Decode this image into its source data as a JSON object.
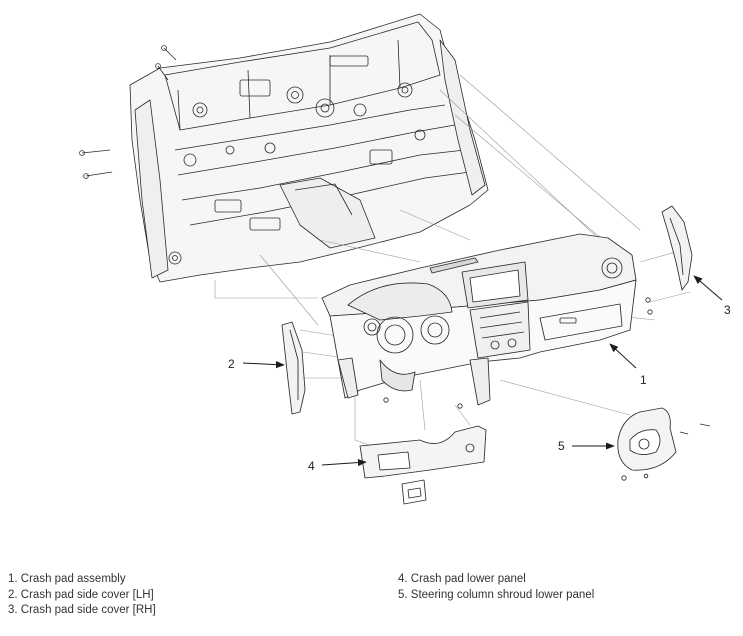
{
  "callouts": {
    "c1": "1",
    "c2": "2",
    "c3": "3",
    "c4": "4",
    "c5": "5"
  },
  "legend": {
    "left": [
      "1. Crash pad assembly",
      "2. Crash pad side cover [LH]",
      "3. Crash pad side cover [RH]"
    ],
    "right": [
      "4. Crash pad lower panel",
      "5. Steering column shroud lower panel"
    ]
  },
  "colors": {
    "line": "#2b2b2b",
    "light_line": "#9a9a9a",
    "fill": "#f4f4f4",
    "text": "#333333"
  },
  "icons": [
    "body-frame-drawing",
    "crash-pad-drawing",
    "side-cover-lh-drawing",
    "side-cover-rh-drawing",
    "lower-panel-drawing",
    "shroud-drawing"
  ]
}
